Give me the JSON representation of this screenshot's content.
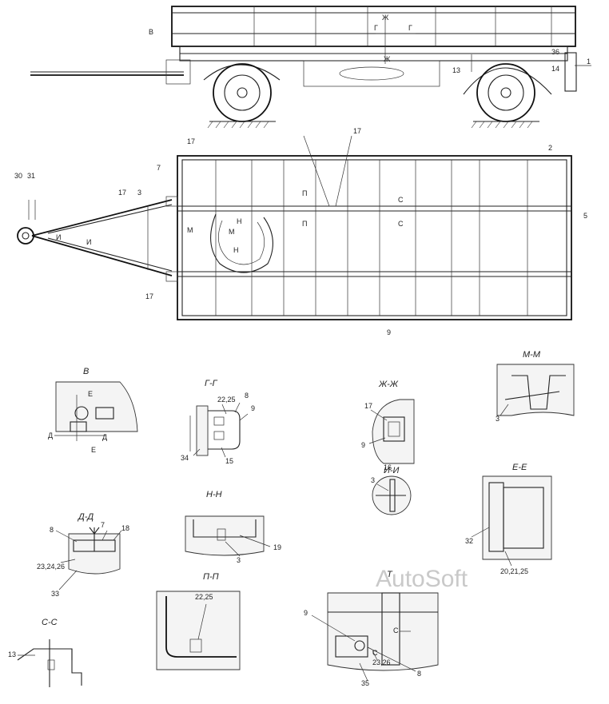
{
  "side_view": {
    "labels": {
      "v": "В",
      "zh1": "Ж",
      "zh2": "Ж",
      "g1": "Г",
      "g2": "Г",
      "n1": "1",
      "n13": "13",
      "n14": "14",
      "n36": "36"
    }
  },
  "plan_view": {
    "labels": {
      "n17a": "17",
      "n17b": "17",
      "n17c": "17",
      "n17d": "17",
      "n7": "7",
      "n30": "30",
      "n31": "31",
      "n3": "3",
      "n2": "2",
      "n5": "5",
      "n9": "9",
      "p1": "П",
      "p2": "П",
      "c1": "С",
      "c2": "С",
      "m1": "М",
      "m2": "М",
      "h1": "Н",
      "h2": "Н",
      "i1": "И",
      "i2": "И"
    }
  },
  "sections": {
    "v": {
      "title": "В",
      "labels": {
        "e1": "Е",
        "e2": "Е",
        "d1": "Д",
        "d2": "Д"
      }
    },
    "gg": {
      "title": "Г-Г",
      "labels": {
        "a": "22,25",
        "b": "8",
        "c": "9",
        "d": "34",
        "e": "15"
      }
    },
    "zhzh": {
      "title": "Ж-Ж",
      "labels": {
        "a": "17",
        "b": "9"
      }
    },
    "mm": {
      "title": "М-М",
      "labels": {
        "a": "3"
      }
    },
    "ii": {
      "title": "И-И",
      "labels": {
        "a": "16",
        "b": "3"
      }
    },
    "ee": {
      "title": "Е-Е",
      "labels": {
        "a": "32",
        "b": "20,21,25"
      }
    },
    "dd": {
      "title": "Д-Д",
      "labels": {
        "a": "8",
        "b": "7",
        "c": "18",
        "d": "23,24,26",
        "e": "33"
      }
    },
    "nn": {
      "title": "Н-Н",
      "labels": {
        "a": "19",
        "b": "3"
      }
    },
    "pp": {
      "title": "П-П",
      "labels": {
        "a": "22,25"
      }
    },
    "cc": {
      "title": "С-С",
      "labels": {
        "a": "13"
      }
    },
    "t": {
      "title": "Т",
      "labels": {
        "a": "9",
        "b": "С",
        "c": "С",
        "d": "8",
        "e": "23,26",
        "f": "35"
      }
    }
  },
  "watermark": "AutoSoft"
}
